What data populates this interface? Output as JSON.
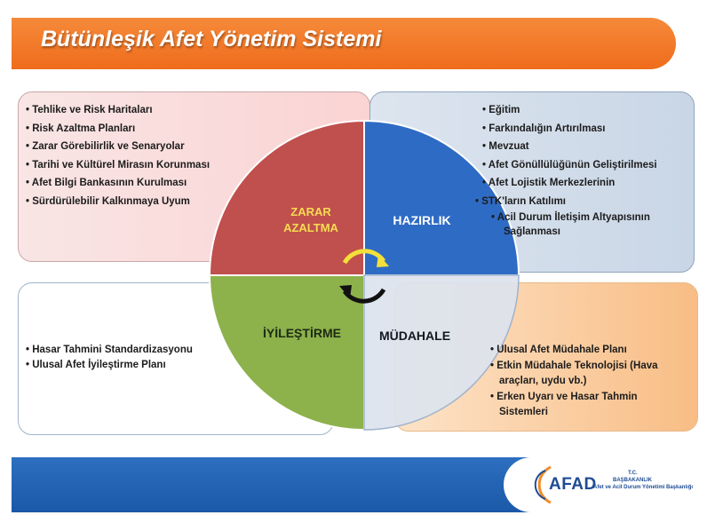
{
  "title": "Bütünleşik Afet Yönetim Sistemi",
  "quadrants": {
    "zarar_azaltma": {
      "label_line1": "ZARAR",
      "label_line2": "AZALTMA",
      "items": [
        "Tehlike ve Risk Haritaları",
        "Risk Azaltma Planları",
        "Zarar Görebilirlik ve Senaryolar",
        "Tarihi ve Kültürel Mirasın Korunması",
        "Afet Bilgi Bankasının Kurulması",
        "Sürdürülebilir Kalkınmaya Uyum"
      ]
    },
    "hazirlik": {
      "label": "HAZIRLIK",
      "items": [
        "Eğitim",
        "Farkındalığın Artırılması",
        "Mevzuat",
        "Afet Gönüllülüğünün Geliştirilmesi",
        "Afet Lojistik Merkezlerinin",
        "STK'ların Katılımı",
        "Acil Durum İletişim Altyapısının Sağlanması"
      ]
    },
    "iyilestirme": {
      "label": "İYİLEŞTİRME",
      "items": [
        "Hasar Tahmini Standardizasyonu",
        "Ulusal Afet İyileştirme Planı"
      ]
    },
    "mudahale": {
      "label": "MÜDAHALE",
      "items": [
        "Ulusal Afet Müdahale Planı",
        "Etkin Müdahale Teknolojisi (Hava araçları, uydu vb.)",
        "Erken Uyarı ve Hasar Tahmin Sistemleri"
      ]
    }
  },
  "colors": {
    "banner": "#ef6c1c",
    "zarar": "#c0504d",
    "hazirlik": "#2e6bc4",
    "iyilestirme": "#8db14b",
    "mudahale": "#dce3ee",
    "footer": "#1b58a8"
  },
  "footer": {
    "logo_text": "AFAD",
    "tc": "T.C.",
    "basbakanlik": "BAŞBAKANLIK",
    "org_name": "Afet ve Acil Durum Yönetimi Başkanlığı"
  }
}
